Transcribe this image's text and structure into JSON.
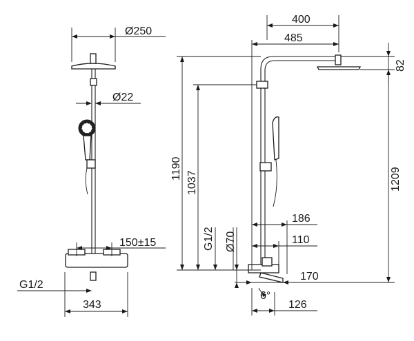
{
  "front_view": {
    "head_diameter": "Ø250",
    "pipe_diameter": "Ø22",
    "mount_spacing": "150±15",
    "inlet_thread": "G1/2",
    "overall_width": "343"
  },
  "side_view": {
    "arm_length_400": "400",
    "arm_length_485": "485",
    "head_height": "82",
    "total_height": "1190",
    "outlet_height": "1037",
    "head_drop_height": "1209",
    "thread_label": "G1/2",
    "wall_diameter": "Ø70",
    "projection_186": "186",
    "projection_110": "110",
    "projection_170": "170",
    "projection_126": "126",
    "angle": "6°"
  }
}
